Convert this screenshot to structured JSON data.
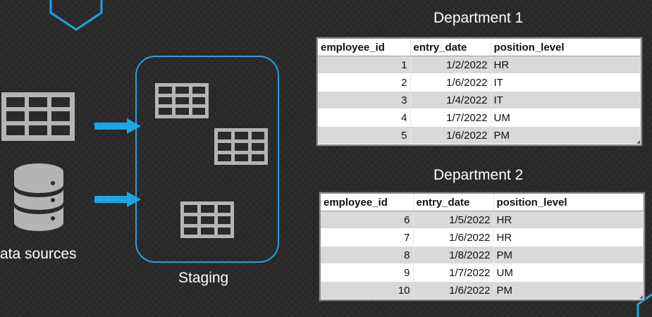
{
  "sources_label": "ata sources",
  "staging_label": "Staging",
  "colors": {
    "accent_blue": "#1aa7e8",
    "outline_blue": "#2a9fe0",
    "icon_gray": "#b4b4b4"
  },
  "icons": {
    "sources": [
      "table-grid-icon",
      "database-icon"
    ],
    "staging": [
      "table-grid-icon",
      "table-grid-icon",
      "table-grid-icon"
    ],
    "decor": [
      "hexagon-outline-icon",
      "hexagon-corner-icon"
    ]
  },
  "department1": {
    "title": "Department 1",
    "columns": [
      "employee_id",
      "entry_date",
      "position_level"
    ],
    "rows": [
      [
        "1",
        "1/2/2022",
        "HR"
      ],
      [
        "2",
        "1/6/2022",
        "IT"
      ],
      [
        "3",
        "1/4/2022",
        "IT"
      ],
      [
        "4",
        "1/7/2022",
        "UM"
      ],
      [
        "5",
        "1/6/2022",
        "PM"
      ]
    ]
  },
  "department2": {
    "title": "Department 2",
    "columns": [
      "employee_id",
      "entry_date",
      "position_level"
    ],
    "rows": [
      [
        "6",
        "1/5/2022",
        "HR"
      ],
      [
        "7",
        "1/6/2022",
        "HR"
      ],
      [
        "8",
        "1/8/2022",
        "PM"
      ],
      [
        "9",
        "1/7/2022",
        "UM"
      ],
      [
        "10",
        "1/6/2022",
        "PM"
      ]
    ]
  }
}
